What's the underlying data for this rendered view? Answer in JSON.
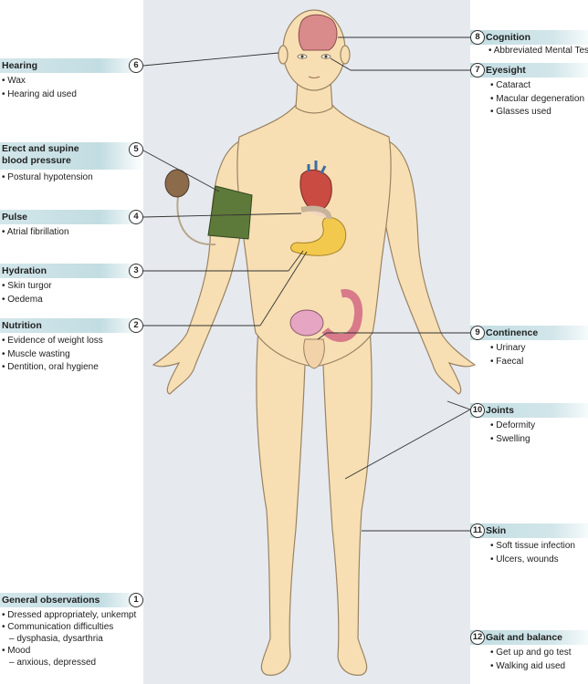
{
  "panels": [
    {
      "num": "6",
      "title": "Hearing",
      "items": [
        "• Wax",
        "• Hearing aid used"
      ]
    },
    {
      "num": "5",
      "title": "Erect and supine blood pressure",
      "items": [
        "• Postural hypotension"
      ]
    },
    {
      "num": "4",
      "title": "Pulse",
      "items": [
        "• Atrial fibrillation"
      ]
    },
    {
      "num": "3",
      "title": "Hydration",
      "items": [
        "• Skin turgor",
        "• Oedema"
      ]
    },
    {
      "num": "2",
      "title": "Nutrition",
      "items": [
        "• Evidence of weight loss",
        "• Muscle wasting",
        "• Dentition, oral hygiene"
      ]
    },
    {
      "num": "1",
      "title": "General observations",
      "items": [
        "• Dressed appropriately, unkempt",
        "• Communication difficulties",
        "– dysphasia, dysarthria",
        "• Mood",
        "– anxious, depressed"
      ]
    },
    {
      "num": "8",
      "title": "Cognition",
      "items": [
        "• Abbreviated Mental Test"
      ]
    },
    {
      "num": "7",
      "title": "Eyesight",
      "items": [
        "• Cataract",
        "• Macular degeneration",
        "• Glasses used"
      ]
    },
    {
      "num": "9",
      "title": "Continence",
      "items": [
        "• Urinary",
        "• Faecal"
      ]
    },
    {
      "num": "10",
      "title": "Joints",
      "items": [
        "• Deformity",
        "• Swelling"
      ]
    },
    {
      "num": "11",
      "title": "Skin",
      "items": [
        "• Soft tissue infection",
        "• Ulcers, wounds"
      ]
    },
    {
      "num": "12",
      "title": "Gait and balance",
      "items": [
        "• Get up and go test",
        "• Walking aid used"
      ]
    }
  ],
  "colors": {
    "skin": "#f7dfb3",
    "skin_outline": "#9a8363",
    "panel": "#c8e0e5",
    "cuff": "#5e7a3a",
    "bulb": "#8b6b4a",
    "brain": "#d98b8b",
    "heart": "#c94b42",
    "stomach": "#f2c94c",
    "colon": "#d87a8a"
  }
}
